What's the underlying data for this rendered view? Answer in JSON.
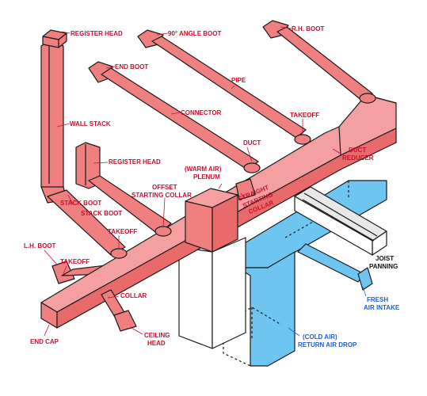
{
  "colors": {
    "supply_duct": "#f08080",
    "return_duct": "#6ec6f0",
    "outline": "#1a1a1a",
    "supply_label": "#c8102e",
    "return_label": "#1f5fd6",
    "joist_label": "#111111"
  },
  "labels": {
    "register_head_top": "REGISTER HEAD",
    "angle_boot": "90° ANGLE BOOT",
    "rh_boot": "R.H. BOOT",
    "end_boot": "END BOOT",
    "pipe": "PIPE",
    "wall_stack": "WALL STACK",
    "connector": "CONNECTOR",
    "takeoff_upper": "TAKEOFF",
    "duct": "DUCT",
    "duct_reducer_1": "DUCT",
    "duct_reducer_2": "REDUCER",
    "register_head_mid": "REGISTER HEAD",
    "plenum_1": "(WARM AIR)",
    "plenum_2": "PLENUM",
    "offset_collar_1": "OFFSET",
    "offset_collar_2": "STARTING COLLAR",
    "straight_collar_1": "STRAIGHT",
    "straight_collar_2": "STARTING",
    "straight_collar_3": "COLLAR",
    "stack_boot_1": "STACK BOOT",
    "stack_boot_2": "STACK BOOT",
    "takeoff_mid": "TAKEOFF",
    "lh_boot": "L.H. BOOT",
    "takeoff_lower": "TAKEOFF",
    "joist_panning_1": "JOIST",
    "joist_panning_2": "PANNING",
    "collar": "COLLAR",
    "fresh_air_1": "FRESH",
    "fresh_air_2": "AIR INTAKE",
    "end_cap": "END CAP",
    "ceiling_head_1": "CEILING",
    "ceiling_head_2": "HEAD",
    "return_drop_1": "(COLD AIR)",
    "return_drop_2": "RETURN AIR DROP"
  }
}
